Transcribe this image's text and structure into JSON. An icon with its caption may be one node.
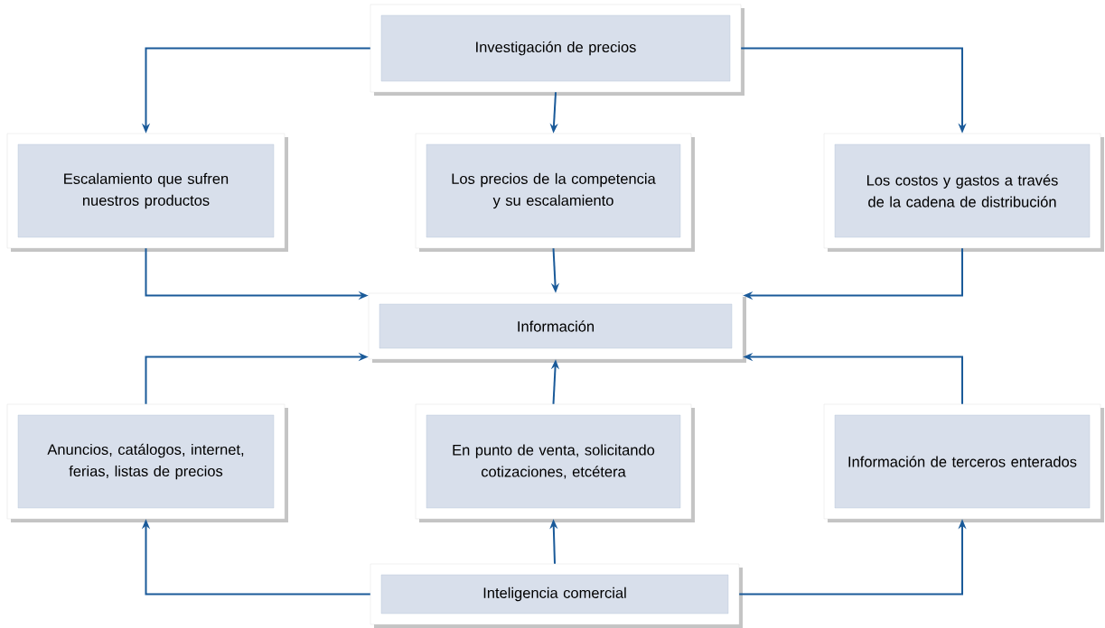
{
  "diagram": {
    "nodes": [
      {
        "text": [
          "Investigación de precios"
        ]
      },
      {
        "text": [
          "Escalamiento que sufren nuestros productos"
        ]
      },
      {
        "text": [
          "Los precios de la competencia y su escalamiento"
        ]
      },
      {
        "text": [
          "Los costos y gastos a través de la cadena de distribución"
        ]
      },
      {
        "text": [
          "Información"
        ]
      },
      {
        "text": [
          "Anuncios, catálogos, internet, ferias, listas de precios"
        ]
      },
      {
        "text": [
          "En punto de venta, solicitando cotizaciones, etcétera"
        ]
      },
      {
        "text": [
          "Información de terceros enterados"
        ]
      },
      {
        "text": [
          "Inteligencia comercial"
        ]
      }
    ],
    "edges": [
      {
        "from": 0,
        "to": 1,
        "arrow": "to"
      },
      {
        "from": 0,
        "to": 2,
        "arrow": "to"
      },
      {
        "from": 0,
        "to": 3,
        "arrow": "to"
      },
      {
        "from": 1,
        "to": 4,
        "arrow": "to"
      },
      {
        "from": 2,
        "to": 4,
        "arrow": "to"
      },
      {
        "from": 3,
        "to": 4,
        "arrow": "to"
      },
      {
        "from": 5,
        "to": 4,
        "arrow": "to"
      },
      {
        "from": 6,
        "to": 4,
        "arrow": "to"
      },
      {
        "from": 7,
        "to": 4,
        "arrow": "to"
      },
      {
        "from": 8,
        "to": 5,
        "arrow": "to"
      },
      {
        "from": 8,
        "to": 6,
        "arrow": "to"
      },
      {
        "from": 8,
        "to": 7,
        "arrow": "to"
      }
    ]
  }
}
